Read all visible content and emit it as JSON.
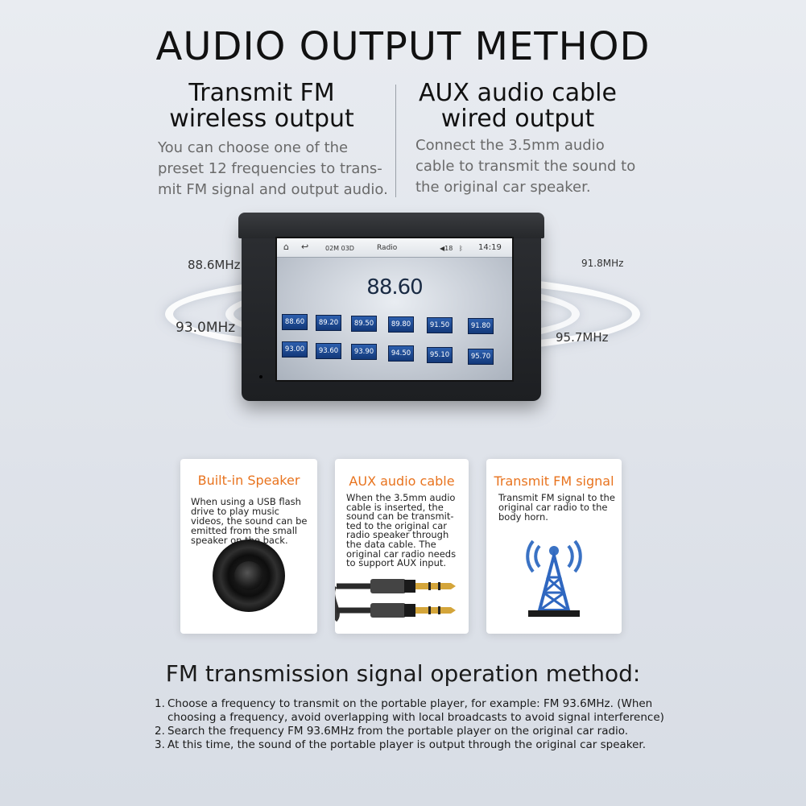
{
  "header": {
    "title": "AUDIO OUTPUT METHOD"
  },
  "left_column": {
    "title_line1": "Transmit FM",
    "title_line2": "wireless output",
    "desc_line1": "You can choose one of the",
    "desc_line2": "preset 12 frequencies to trans-",
    "desc_line3": "mit FM signal and output audio."
  },
  "right_column": {
    "title_line1": "AUX audio cable",
    "title_line2": "wired output",
    "desc_line1": "Connect the 3.5mm audio",
    "desc_line2": "cable to transmit the sound to",
    "desc_line3": "the original car speaker."
  },
  "wave_labels": {
    "top_left": "88.6MHz",
    "mid_left": "93.0MHz",
    "top_right": "91.8MHz",
    "mid_right": "95.7MHz"
  },
  "device": {
    "status_bar": {
      "home_icon": "home-icon",
      "back_icon": "back-icon",
      "date": "02M 03D",
      "title": "Radio",
      "volume": "◀18",
      "bluetooth_icon": "bluetooth-icon",
      "time": "14:19"
    },
    "current_frequency": "88.60",
    "presets_row1": [
      "88.60",
      "89.20",
      "89.50",
      "89.80",
      "91.50",
      "91.80"
    ],
    "presets_row2": [
      "93.00",
      "93.60",
      "93.90",
      "94.50",
      "95.10",
      "95.70"
    ]
  },
  "cards": {
    "speaker": {
      "title": "Built-in Speaker",
      "lines": [
        "When using a USB flash",
        "drive to play music",
        "videos, the sound can be",
        "emitted from the small",
        "speaker on the back."
      ]
    },
    "aux": {
      "title": "AUX audio cable",
      "lines": [
        "When the 3.5mm audio",
        "cable is inserted, the",
        "sound can be transmit-",
        "ted to the original car",
        "radio speaker through",
        "the data cable. The",
        "original car radio needs",
        "to support AUX input."
      ]
    },
    "fm": {
      "title": "Transmit FM signal",
      "lines": [
        "Transmit FM signal to the",
        "original car radio to the",
        "body horn."
      ]
    }
  },
  "operation": {
    "title": "FM transmission signal operation method:",
    "step1_num": "1.",
    "step1": "Choose a frequency to transmit on the portable player, for example: FM 93.6MHz. (When choosing a frequency, avoid overlapping with local broadcasts to avoid signal interference)",
    "step2_num": "2.",
    "step2": "Search the frequency FM 93.6MHz from the portable player on the original car radio.",
    "step3_num": "3.",
    "step3": "At this time, the sound of the portable player is output through the original car speaker."
  },
  "colors": {
    "accent_orange": "#e8731e",
    "preset_blue": "#1f4a92",
    "background": "#e3e7ed"
  }
}
